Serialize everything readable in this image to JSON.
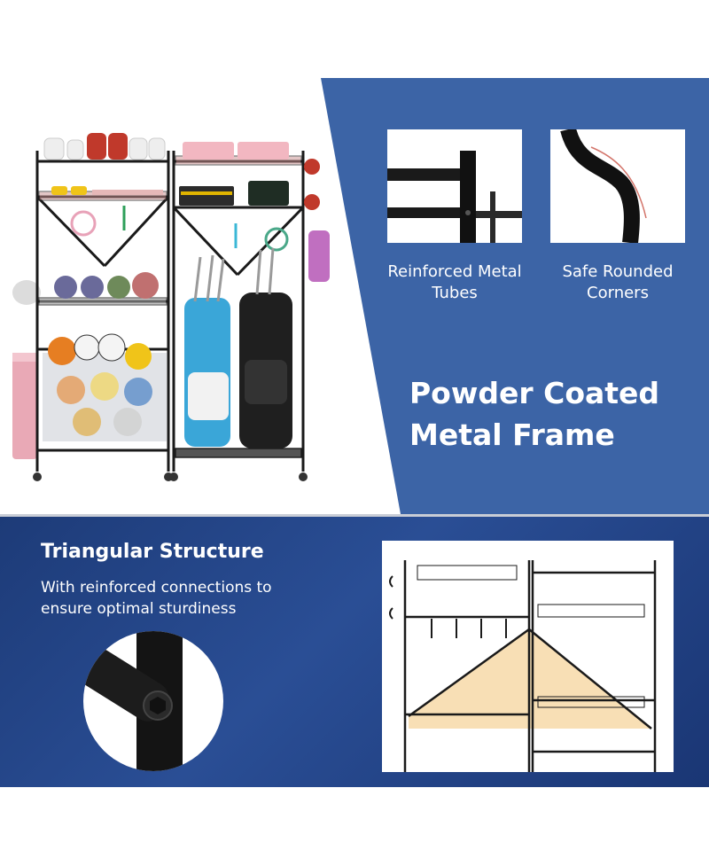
{
  "colors": {
    "panel_blue": "#3c64a6",
    "band_blue": "#22428a",
    "frame_black": "#1a1a1a",
    "highlight": "#f7d9a8"
  },
  "features": [
    {
      "label": "Reinforced Metal Tubes",
      "icon": "metal-tube-closeup"
    },
    {
      "label": "Safe Rounded Corners",
      "icon": "rounded-corner-closeup"
    }
  ],
  "headline": {
    "line1": "Powder Coated",
    "line2": "Metal Frame"
  },
  "triangular": {
    "title": "Triangular Structure",
    "description": "With reinforced connections to ensure optimal sturdiness"
  }
}
